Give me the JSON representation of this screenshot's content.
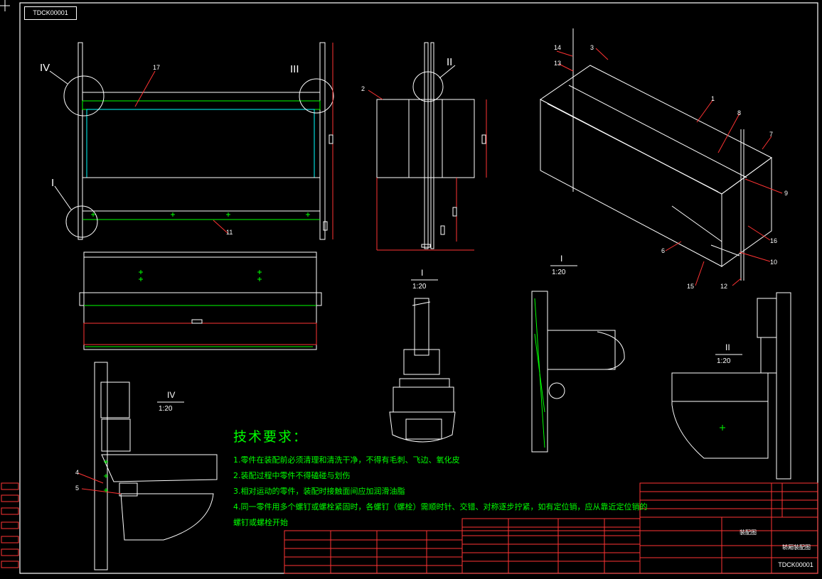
{
  "drawing_code": "TDCK00001",
  "detail_views": {
    "I": {
      "name": "I",
      "scale": "1:20"
    },
    "II": {
      "name": "II",
      "scale": "1:20"
    },
    "IV": {
      "name": "IV",
      "scale": "1:20"
    }
  },
  "view_markers": [
    "IV",
    "III",
    "I",
    "II"
  ],
  "part_labels": [
    "1",
    "2",
    "3",
    "4",
    "5",
    "6",
    "7",
    "8",
    "9",
    "10",
    "11",
    "12",
    "13",
    "14",
    "15",
    "16",
    "17"
  ],
  "tech_requirements": {
    "title": "技术要求：",
    "items": [
      "1.零件在装配前必须清理和清洗干净，不得有毛刺、飞边、氧化皮",
      "2.装配过程中零件不得磕碰与划伤",
      "3.相对运动的零件，装配时接触面间应加润滑油脂",
      "4.同一零件用多个螺钉或螺栓紧固时，各螺钉（螺栓）需顺时针、交错、对称逐步拧紧，如有定位销，应从靠近定位销的",
      "螺钉或螺栓开始"
    ]
  },
  "title_block": {
    "name_label": "装配图",
    "product_name": "轿厢装配图",
    "code": "TDCK00001"
  },
  "colors": {
    "line": "#ffffff",
    "accent": "#00ff00",
    "dimension": "#ff3333",
    "detail": "#00ffff",
    "background": "#000000"
  }
}
